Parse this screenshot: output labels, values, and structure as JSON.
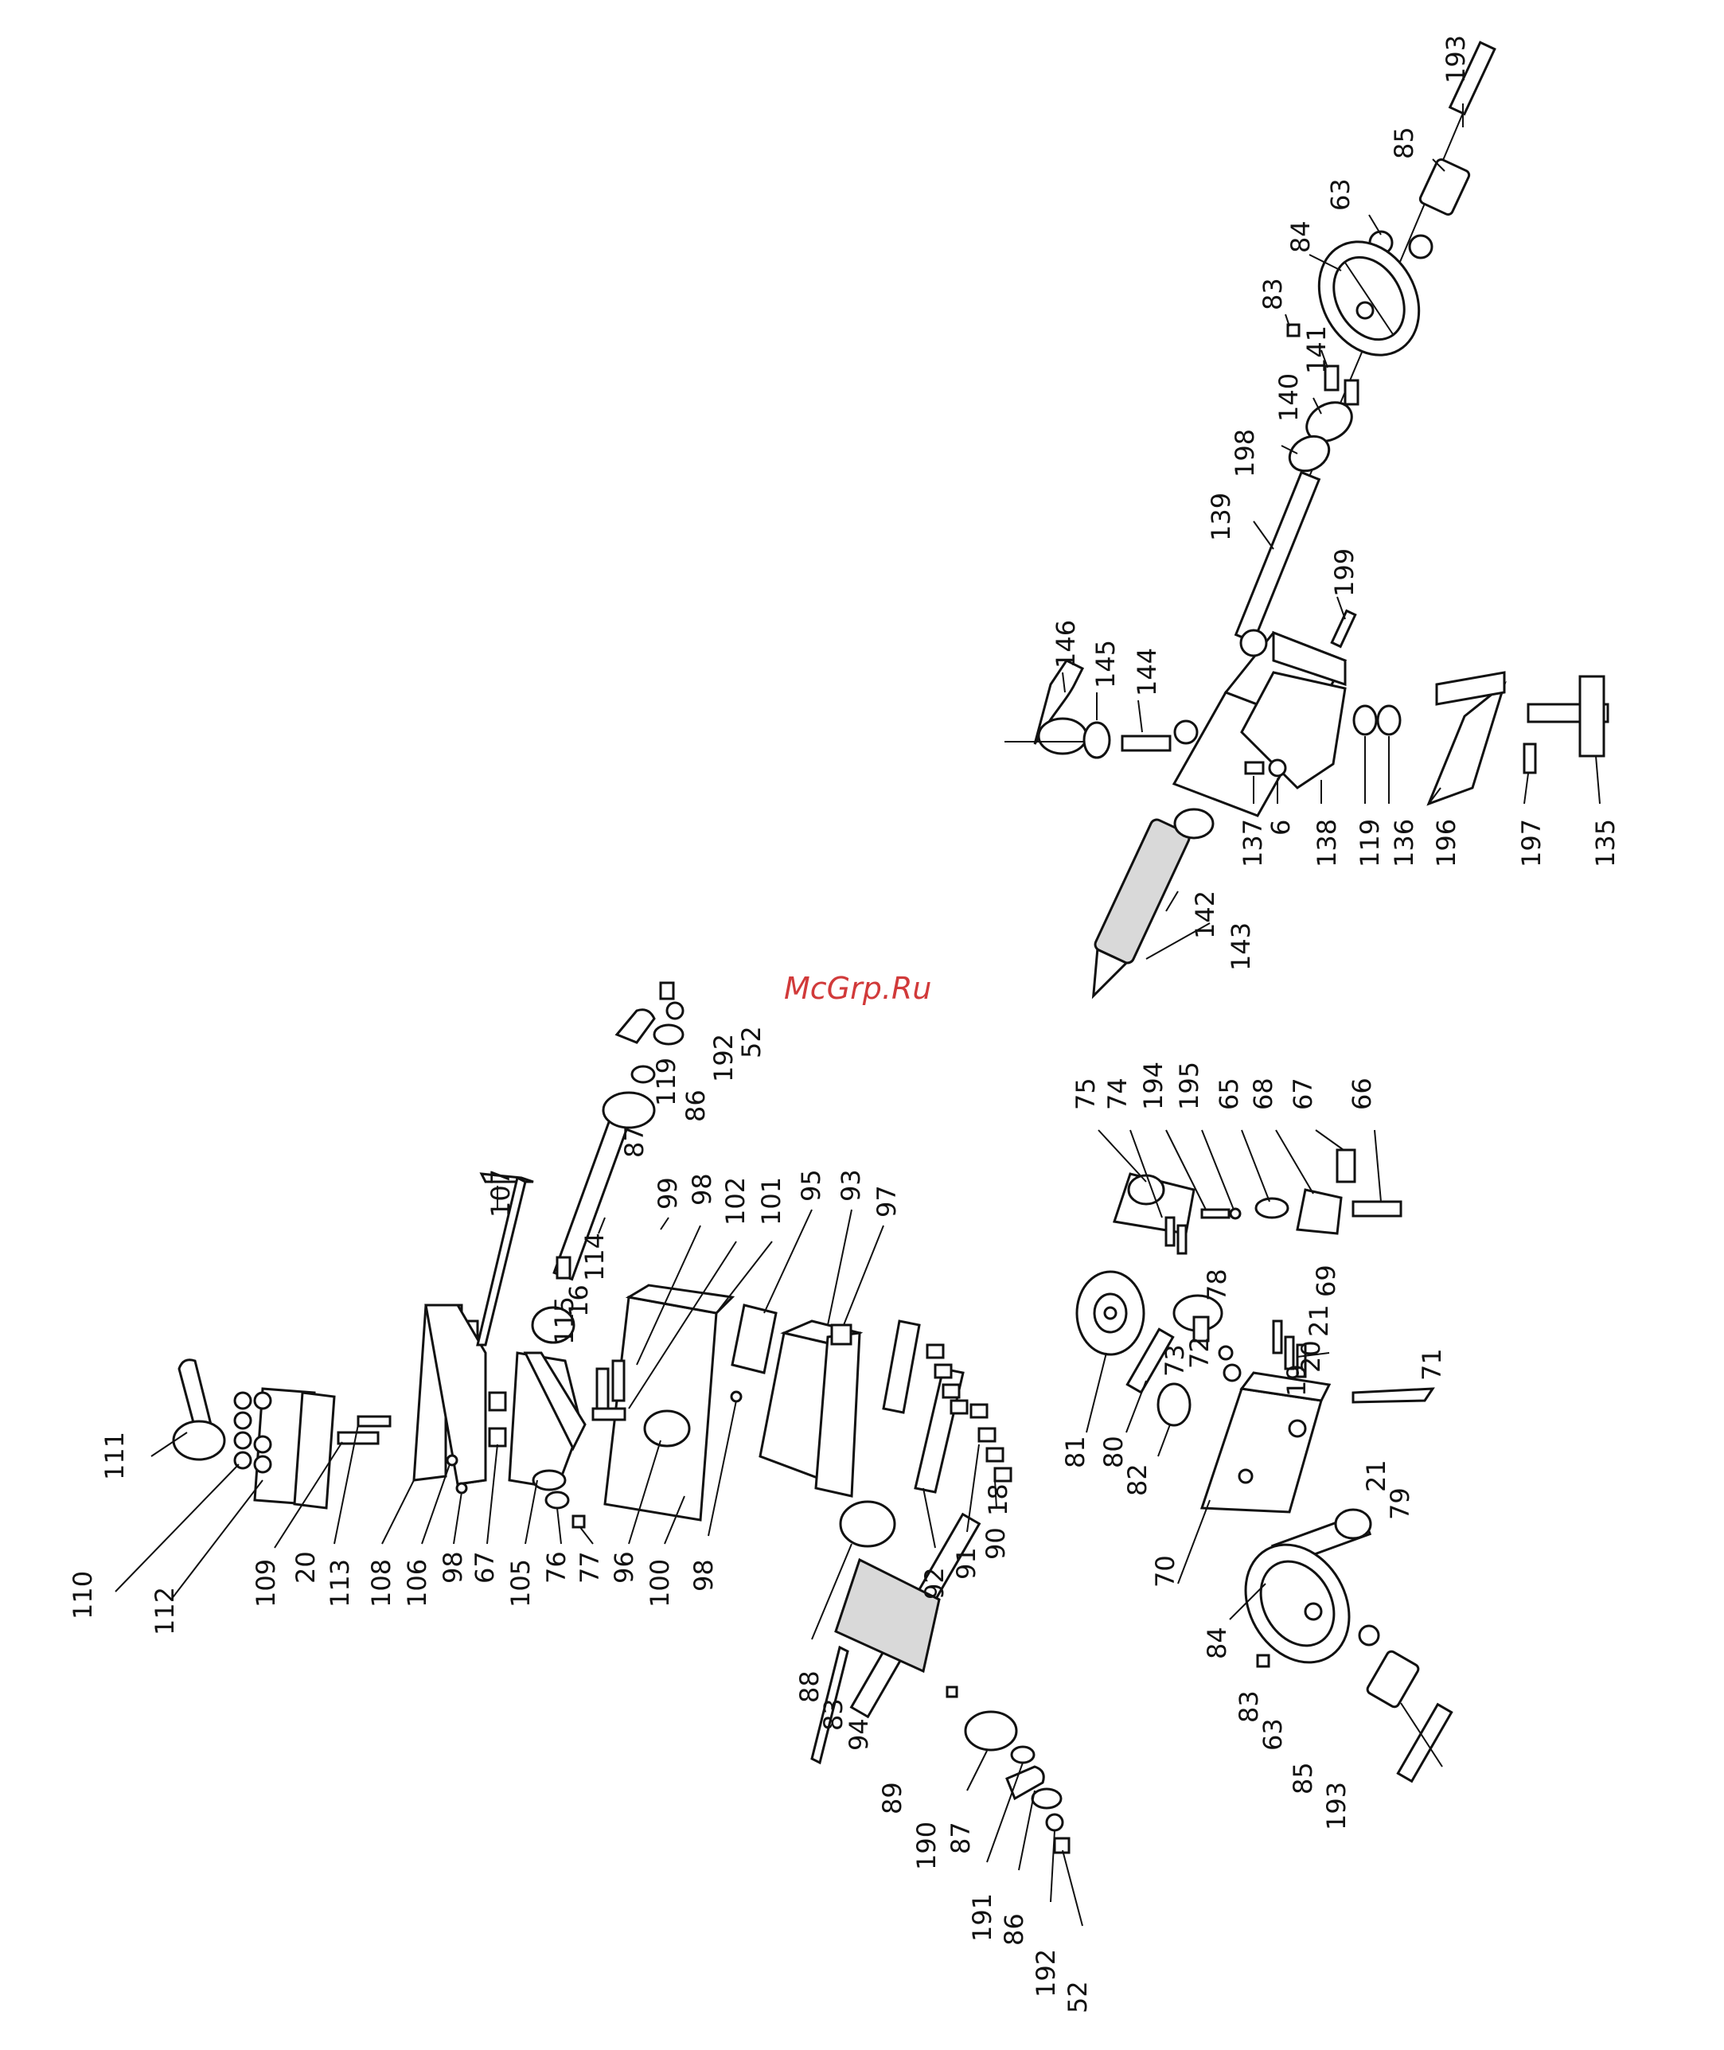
{
  "watermark": "McGrp.Ru",
  "callouts": {
    "tailstock": [
      "193",
      "85",
      "63",
      "84",
      "83",
      "141",
      "140",
      "198",
      "139",
      "199",
      "146",
      "145",
      "144",
      "137",
      "6",
      "138",
      "119",
      "136",
      "196",
      "197",
      "135",
      "142",
      "143"
    ],
    "apron": [
      "75",
      "74",
      "194",
      "195",
      "65",
      "68",
      "67",
      "66",
      "78",
      "69",
      "21",
      "20",
      "19",
      "73",
      "72",
      "81",
      "80",
      "82",
      "71",
      "70",
      "79",
      "21",
      "84",
      "83",
      "63",
      "85",
      "193"
    ],
    "carriage": [
      "111",
      "110",
      "112",
      "109",
      "20",
      "113",
      "108",
      "106",
      "98",
      "67",
      "105",
      "76",
      "77",
      "96",
      "100",
      "98",
      "107",
      "114",
      "16",
      "115",
      "99",
      "98",
      "102",
      "101",
      "95",
      "93",
      "97",
      "52",
      "192",
      "86",
      "119",
      "87",
      "92",
      "91",
      "90",
      "18",
      "88",
      "83",
      "94",
      "89",
      "190",
      "87",
      "191",
      "86",
      "192",
      "52"
    ]
  }
}
